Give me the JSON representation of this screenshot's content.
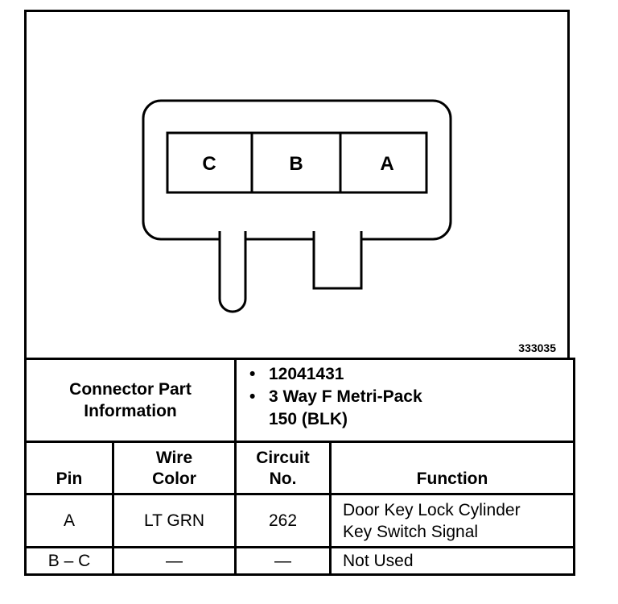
{
  "figure": {
    "number": "333035",
    "pins": [
      "C",
      "B",
      "A"
    ]
  },
  "connector_info": {
    "label_line1": "Connector Part",
    "label_line2": "Information",
    "bullet_char": "•",
    "part_number": "12041431",
    "description_line1": "3 Way F Metri-Pack",
    "description_line2": "150 (BLK)"
  },
  "columns": {
    "pin": "Pin",
    "wire_color_line1": "Wire",
    "wire_color_line2": "Color",
    "circuit_line1": "Circuit",
    "circuit_line2": "No.",
    "function": "Function"
  },
  "rows": [
    {
      "pin": "A",
      "wire_color": "LT GRN",
      "circuit": "262",
      "function_line1": "Door Key Lock Cylinder",
      "function_line2": "Key Switch Signal"
    },
    {
      "pin": "B – C",
      "wire_color": "—",
      "circuit": "—",
      "function_line1": "Not Used",
      "function_line2": ""
    }
  ]
}
